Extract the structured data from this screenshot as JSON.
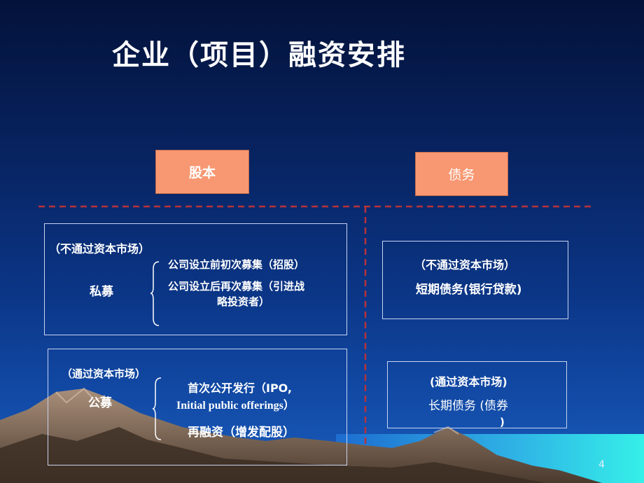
{
  "slide": {
    "title": "企业（项目）融资安排",
    "page_number": "4"
  },
  "equity": {
    "label": "股本",
    "private": {
      "channel": "（不通过资本市场）",
      "name": "私募",
      "items": [
        "公司设立前初次募集（招股）",
        "公司设立后再次募集（引进战",
        "略投资者）"
      ]
    },
    "public": {
      "channel": "（通过资本市场）",
      "name": "公募",
      "items": [
        "首次公开发行（IPO,",
        "Initial public offerings）",
        "再融资（增发配股）"
      ]
    }
  },
  "debt": {
    "label": "债务",
    "short": {
      "channel": "（不通过资本市场）",
      "name": "短期债务(银行贷款)"
    },
    "long": {
      "channel": "(通过资本市场)",
      "name": "长期债务 (债券",
      "name_cont": ")"
    }
  },
  "colors": {
    "category_fill": "#f79872",
    "divider": "#b8323a"
  }
}
